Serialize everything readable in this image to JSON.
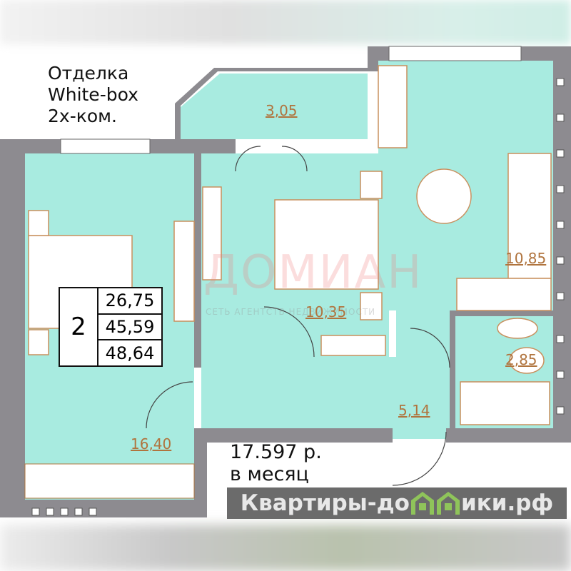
{
  "header": {
    "lines": [
      "Отделка",
      "White-box",
      "2х-ком."
    ]
  },
  "rooms": [
    {
      "name": "balcony",
      "area": "3,05"
    },
    {
      "name": "kitchen",
      "area": "10,85"
    },
    {
      "name": "bedroom-middle",
      "area": "10,35"
    },
    {
      "name": "bathroom",
      "area": "2,85"
    },
    {
      "name": "hallway",
      "area": "5,14"
    },
    {
      "name": "bedroom-left",
      "area": "16,40"
    }
  ],
  "summary": {
    "rooms_count": "2",
    "living_area": "26,75",
    "total_area": "45,59",
    "area_with_balcony": "48,64"
  },
  "price": {
    "amount": "17.597 р.",
    "period": "в месяц"
  },
  "watermark": {
    "brand": "ДОМИАН",
    "tagline": "СЕТЬ АГЕНТСТВ НЕДВИЖИМОСТИ"
  },
  "banner": {
    "text_left": "Квартиры-до",
    "text_right": "ики.рф"
  },
  "colors": {
    "floor": "#a8ebe0",
    "wall": "#8d8b90",
    "label": "#b0743e"
  }
}
